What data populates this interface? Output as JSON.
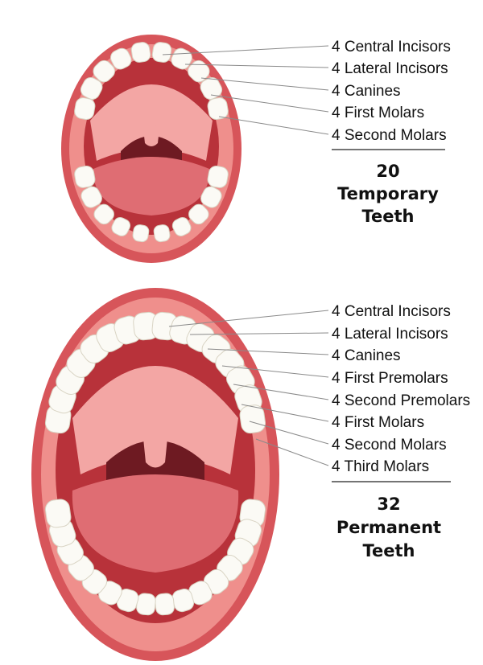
{
  "colors": {
    "lip_outer": "#d7555a",
    "lip_inner": "#ef8f8c",
    "mouth_cavity": "#b8323a",
    "palate": "#f3a6a4",
    "tongue": "#df6d73",
    "throat": "#6e1a22",
    "tooth": "#fbfaf5",
    "tooth_edge": "#d9d4c4",
    "label_text": "#111111",
    "leader_line": "#8a8a8a"
  },
  "temporary": {
    "labels": [
      "4 Central Incisors",
      "4 Lateral Incisors",
      "4 Canines",
      "4 First Molars",
      "4 Second Molars"
    ],
    "total": "20",
    "caption_line1": "Temporary",
    "caption_line2": "Teeth"
  },
  "permanent": {
    "labels": [
      "4 Central Incisors",
      "4 Lateral Incisors",
      "4 Canines",
      "4 First Premolars",
      "4 Second Premolars",
      "4 First Molars",
      "4 Second Molars",
      "4 Third Molars"
    ],
    "total": "32",
    "caption_line1": "Permanent",
    "caption_line2": "Teeth"
  }
}
